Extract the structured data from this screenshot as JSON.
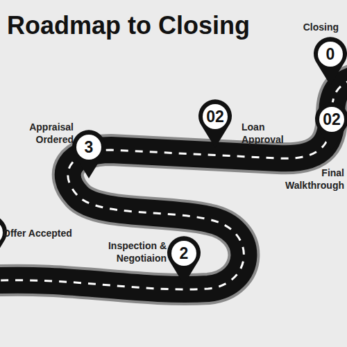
{
  "diagram": {
    "title": "Roadmap to Closing",
    "nodes": [
      {
        "text": [
          "Offer Accepted"
        ]
      },
      {
        "text": [
          "2",
          "Inspection & Negotiaion"
        ]
      },
      {
        "text": [
          "3",
          "Appraisal Ordered"
        ]
      },
      {
        "text": [
          "02",
          "Loan Approval"
        ]
      },
      {
        "text": [
          "02",
          "Final Walkthrough"
        ]
      },
      {
        "text": [
          "0",
          "Closing"
        ]
      }
    ]
  }
}
